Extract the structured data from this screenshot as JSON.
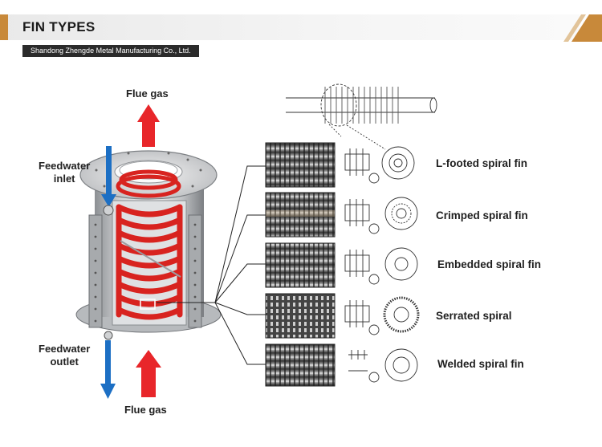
{
  "header": {
    "title": "FIN TYPES",
    "company": "Shandong Zhengde Metal Manufacturing Co., Ltd."
  },
  "diagram": {
    "flue_gas_top": "Flue gas",
    "flue_gas_bottom": "Flue gas",
    "feedwater_inlet": "Feedwater\ninlet",
    "feedwater_outlet": "Feedwater\noutlet"
  },
  "fins": [
    {
      "label": "L-footed spiral fin"
    },
    {
      "label": "Crimped spiral fin"
    },
    {
      "label": "Embedded spiral fin"
    },
    {
      "label": "Serrated spiral"
    },
    {
      "label": "Welded spiral fin"
    }
  ],
  "colors": {
    "accent": "#c8893a",
    "arrow_red": "#e8262a",
    "arrow_blue": "#1c6fc4",
    "coil_red": "#d8231f"
  }
}
